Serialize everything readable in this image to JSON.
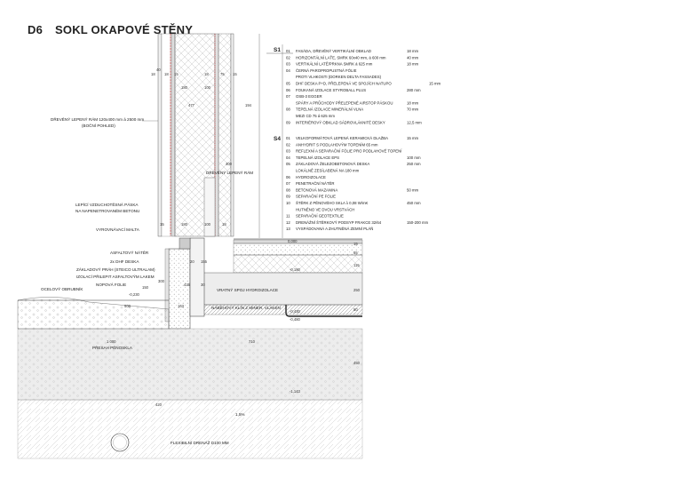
{
  "title": {
    "code": "D6",
    "name": "SOKL OKAPOVÉ STĚNY"
  },
  "legend": {
    "s1": {
      "heading": "S1",
      "items": [
        {
          "num": "01",
          "text": "FASÁDA, DŘEVĚNÝ VERTIKÁLNÍ OBKLAD",
          "value": "18 mm"
        },
        {
          "num": "02",
          "text": "HORIZONTÁLNÍ LAŤE, SMRK 60x40 mm, á 600 mm",
          "value": "40 mm"
        },
        {
          "num": "03",
          "text": "VERTIKÁLNÍ LATĚ/PRKNA SMRK á 625 mm",
          "value": "18 mm"
        },
        {
          "num": "04",
          "text": "ČERNÁ PAROPROPUSTNÁ FÓLIE",
          "value": ""
        },
        {
          "num": "",
          "text": "PROTI VLHKOSTI (DORKEN DELTA FASSADES)",
          "value": ""
        },
        {
          "num": "05",
          "text": "DHF DESKA P+D, PŘELEPENÁ VE SPOJÍCH NATUPO",
          "value": "15 mm"
        },
        {
          "num": "06",
          "text": "FOUKANÁ IZOLACE STYROBALL PLUS",
          "value": "280 mm"
        },
        {
          "num": "07",
          "text": "OSB-3 EGGER",
          "value": ""
        },
        {
          "num": "",
          "text": "SPÁRY A PRŮCHODY PŘELEPENÉ AIRSTOP PÁSKOU",
          "value": "18 mm"
        },
        {
          "num": "08",
          "text": "TEPELNÁ IZOLACE MINERÁLNÍ VLNA",
          "value": "70 mm"
        },
        {
          "num": "",
          "text": "MEZI CD 75 á 625 mm",
          "value": ""
        },
        {
          "num": "09",
          "text": "INTERIÉROVÝ OBKLAD SÁDROVLÁKNITÉ DESKY",
          "value": "12,5 mm"
        }
      ]
    },
    "s4": {
      "heading": "S4",
      "items": [
        {
          "num": "01",
          "text": "VELKOFORMÁTOVÁ LEPENÁ KERAMICKÁ DLAŽBA",
          "value": "15 mm"
        },
        {
          "num": "02",
          "text": "ANHYDRIT S PODLAHOVÝM TOPENÍM     65 mm",
          "value": ""
        },
        {
          "num": "03",
          "text": "REFLEXNÍ A SEPARAČNÍ FÓLIE PRO PODLAHOVÉ TOPENÍ",
          "value": ""
        },
        {
          "num": "04",
          "text": "TEPELNÁ IZOLACE EPS",
          "value": "100 mm"
        },
        {
          "num": "05",
          "text": "ZÁKLADOVÁ ŽELEZOBETONOVÁ DESKA",
          "value": "250 mm"
        },
        {
          "num": "",
          "text": "LOKÁLNĚ ZESÍLABENÁ NA 180 mm",
          "value": ""
        },
        {
          "num": "06",
          "text": "HYDROIZOLACE",
          "value": ""
        },
        {
          "num": "07",
          "text": "PENETRAČNÍ NÁTĚR",
          "value": ""
        },
        {
          "num": "08",
          "text": "BETONOVÁ MAZANINA",
          "value": "50 mm"
        },
        {
          "num": "09",
          "text": "SEPARAČNÍ PE FOLIE",
          "value": ""
        },
        {
          "num": "10",
          "text": "ŠTĚRK Z PĚNOVÉHO SKLA λ 0,08 W/mK",
          "value": "450 mm"
        },
        {
          "num": "",
          "text": "HUTNĚNO VE DVOU VRSTVÁCH",
          "value": ""
        },
        {
          "num": "11",
          "text": "SEPARAČNÍ GEOTEXTILIE",
          "value": ""
        },
        {
          "num": "12",
          "text": "DRENÁŽNÍ ŠTĚRKOVÝ PODSYP FRAKCE 32/64",
          "value": "150-200 mm"
        },
        {
          "num": "13",
          "text": "VYSPÁDOVANÁ A ZHUTNĚNÁ ZEMNÍ PLÁŇ",
          "value": ""
        }
      ]
    }
  },
  "annotations": {
    "wood_frame": "DŘEVĚNÝ LEPENÝ RÁM 120x400 mm á 2500 mm",
    "wood_frame_2": "(BOČNÍ POHLED)",
    "wood_frame_short": "DŘEVĚNÝ LEPENÝ RÁM",
    "tape_1": "LEPÍCÍ VZDUCHOTĚSNÁ PÁSKA",
    "tape_2": "NA NAPENETROVANÉM BETONU",
    "batten": "VYROVNÁVACÍ MALTA",
    "asphalt": "ASFALTOVÝ NÁTĚR",
    "dhf": "2x DHF DESKA",
    "sill": "ZÁKLADOVÝ PRÁH (STEICO ULTRALAM)",
    "iso": "IZOLACÍ PŘILEPIT ASFALTOVÝM LAKEM",
    "nop": "NOPOVÁ FOLIE",
    "steel": "OCELOVÝ OBRUBNÍK",
    "joint": "VRATNÝ SPOJ HYDROIZOLACE",
    "wedge": "NÁBĚHOVÝ KLÍN Z MINER. VLÁKEN",
    "foam_glass": "PŘESAH PĚNOSKLA",
    "drain": "FLEXIBILNÍ DRENÁŽ D100 MM",
    "slope": "1,5%"
  },
  "levels": {
    "l1": "0,000",
    "l2": "-0,180",
    "l3": "-0,430",
    "l4": "-0,480",
    "l5": "-0,230",
    "l6": "-1,143"
  },
  "dims": {
    "top_row": [
      "18",
      "40",
      "18",
      "15",
      "18",
      "75",
      "15"
    ],
    "d180": "180",
    "d100": "100",
    "d477": "477",
    "d194": "194",
    "d400": "400",
    "mid_row": [
      "15",
      "180",
      "100",
      "18"
    ],
    "d15": "15",
    "d65": "65",
    "d115": "115",
    "d250": "250",
    "d50": "50",
    "d450": "450",
    "d1000": "1 000",
    "d710": "710",
    "d420": "420",
    "d500": "500",
    "d163": "163",
    "d435": "435",
    "d300": "300",
    "d150": "150",
    "d155": "155",
    "d20": "20",
    "d30": "30"
  },
  "section_markers": {
    "s1": "S1",
    "s4": "S4"
  }
}
